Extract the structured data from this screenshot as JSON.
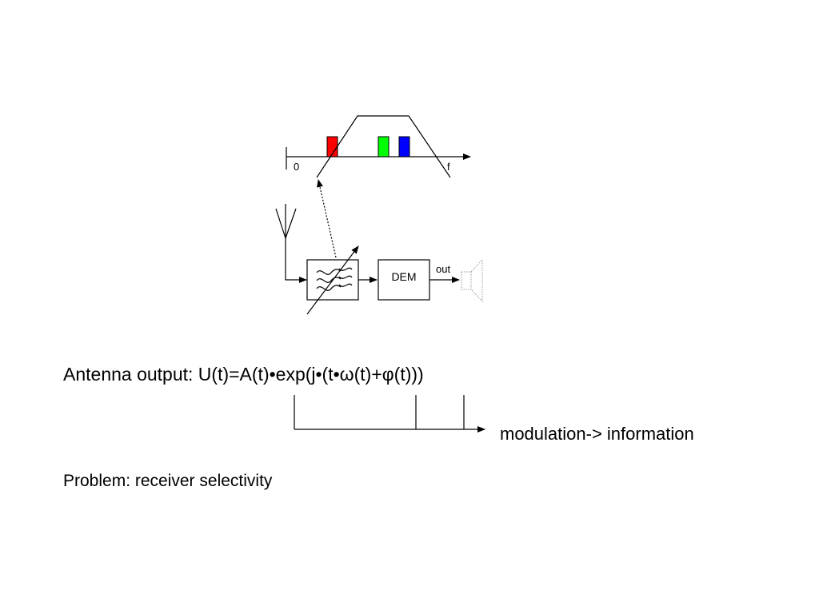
{
  "spectrum": {
    "origin_label": "0",
    "axis_label": "f",
    "channel_colors": {
      "red": "#ff0000",
      "green": "#00ff00",
      "blue": "#0000ff"
    }
  },
  "blocks": {
    "dem_label": "DEM",
    "out_label": "out"
  },
  "text": {
    "antenna_output": "Antenna output: U(t)=A(t)•exp(j•(t•ω(t)+φ(t)))",
    "modulation_info": "modulation-> information",
    "problem": "Problem: receiver selectivity"
  }
}
